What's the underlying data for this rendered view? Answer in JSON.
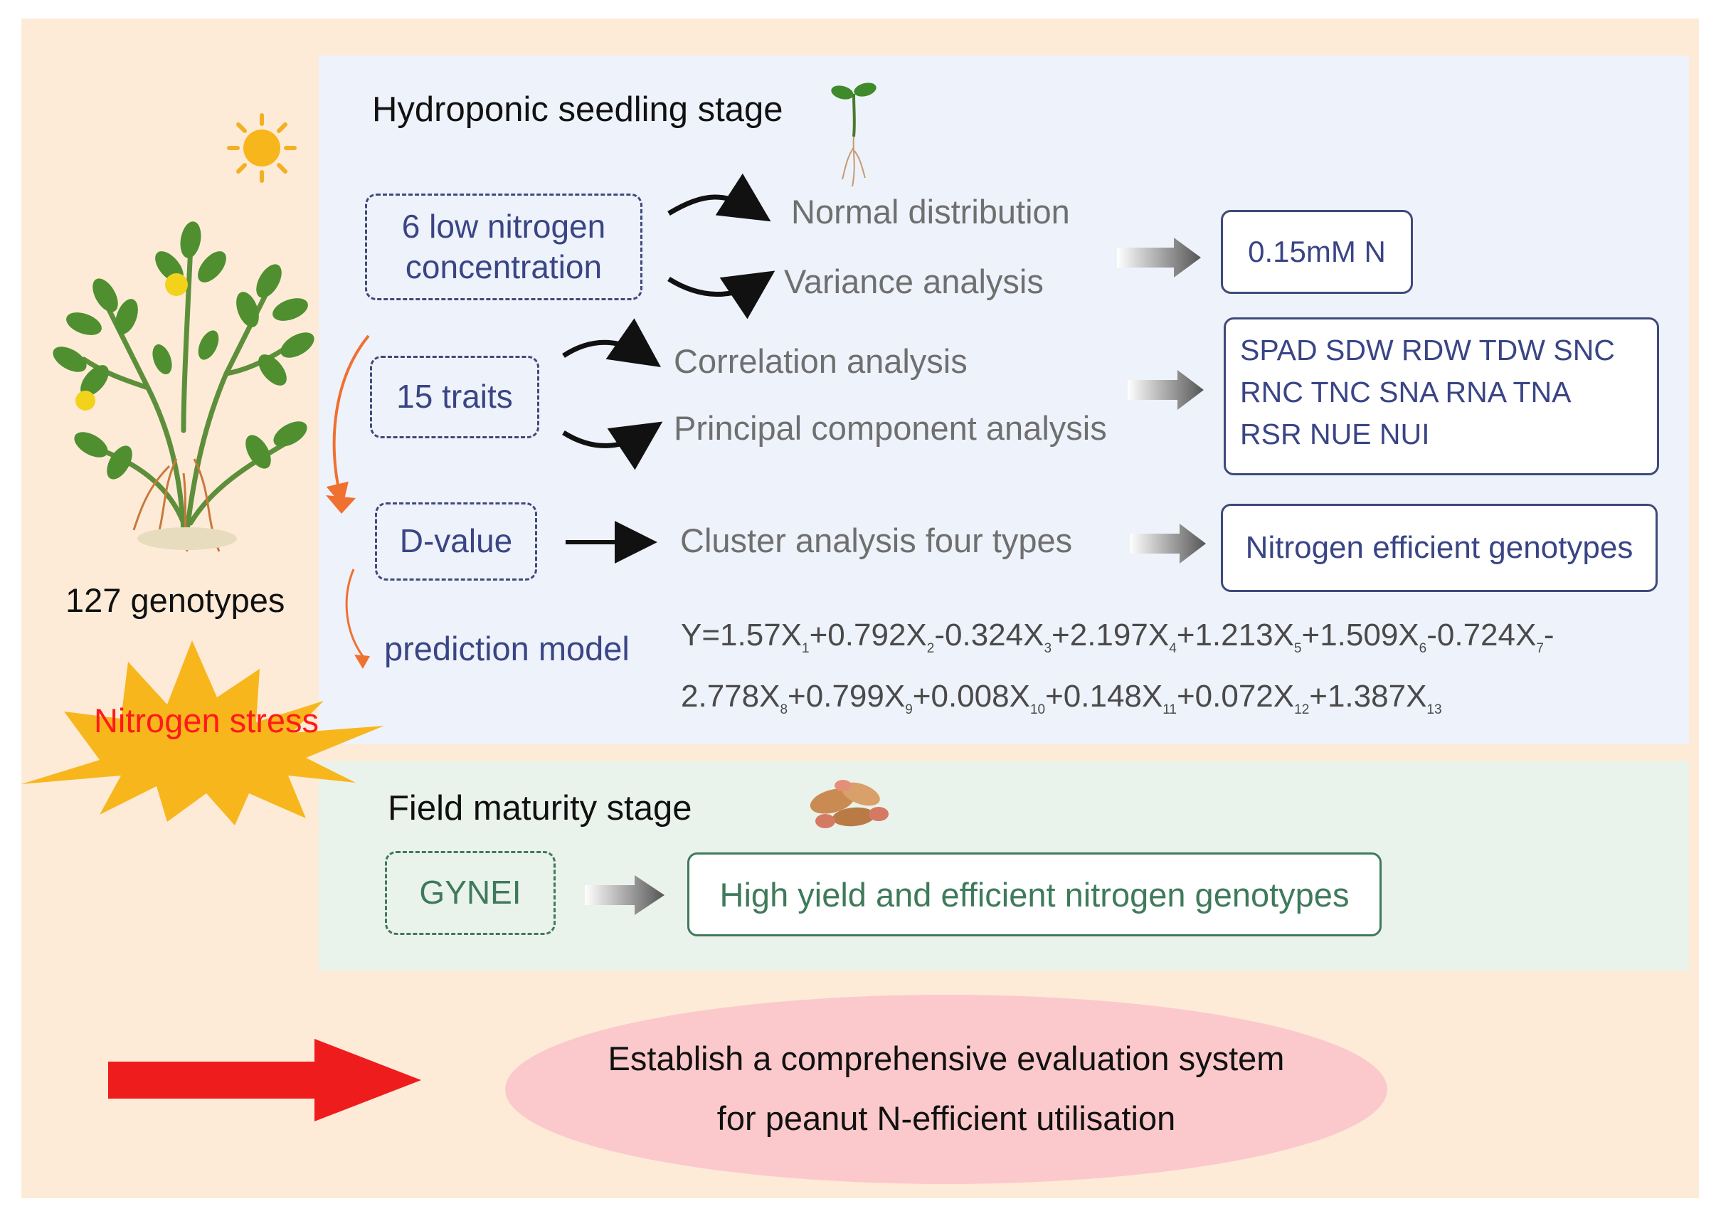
{
  "left": {
    "genotypes": "127 genotypes",
    "stress": "Nitrogen stress"
  },
  "seedling": {
    "title": "Hydroponic seedling stage",
    "low_n": "6 low nitrogen concentration",
    "normal": "Normal distribution",
    "variance": "Variance analysis",
    "result_n": "0.15mM N",
    "traits": "15 traits",
    "correlation": "Correlation analysis",
    "pca": "Principal component analysis",
    "traits_list": "SPAD SDW RDW TDW SNC RNC TNC SNA RNA TNA RSR NUE NUI",
    "dvalue": "D-value",
    "cluster": "Cluster analysis four types",
    "efficient": "Nitrogen efficient genotypes",
    "model_label": "prediction model"
  },
  "field": {
    "title": "Field maturity stage",
    "gynei": "GYNEI",
    "result": "High yield and efficient nitrogen genotypes"
  },
  "conclusion": {
    "line1": "Establish a comprehensive evaluation system",
    "line2": "for peanut N-efficient utilisation"
  },
  "formula": {
    "prefix": "Y=",
    "terms": [
      {
        "coef": "1.57X",
        "sub": "1"
      },
      {
        "coef": "+0.792X",
        "sub": "2"
      },
      {
        "coef": "-0.324X",
        "sub": "3"
      },
      {
        "coef": "+2.197X",
        "sub": "4"
      },
      {
        "coef": "+1.213X",
        "sub": "5"
      },
      {
        "coef": "+1.509X",
        "sub": "6"
      },
      {
        "coef": "-0.724X",
        "sub": "7"
      },
      {
        "coef": "-2.778X",
        "sub": "8"
      },
      {
        "coef": "+0.799X",
        "sub": "9"
      },
      {
        "coef": "+0.008X",
        "sub": "10"
      },
      {
        "coef": "+0.148X",
        "sub": "11"
      },
      {
        "coef": "+0.072X",
        "sub": "12"
      },
      {
        "coef": "+1.387X",
        "sub": "13"
      }
    ]
  },
  "colors": {
    "background": "#fdebd8",
    "seedling_panel": "#eef2fa",
    "field_panel": "#eaf2ec",
    "box_text": "#3a4585",
    "field_text": "#3f7a5a",
    "big_arrow": "#ee1c1c",
    "ellipse": "#fbc9cb",
    "burst": "#f7b61c",
    "stress_text": "#ff1a1a"
  }
}
